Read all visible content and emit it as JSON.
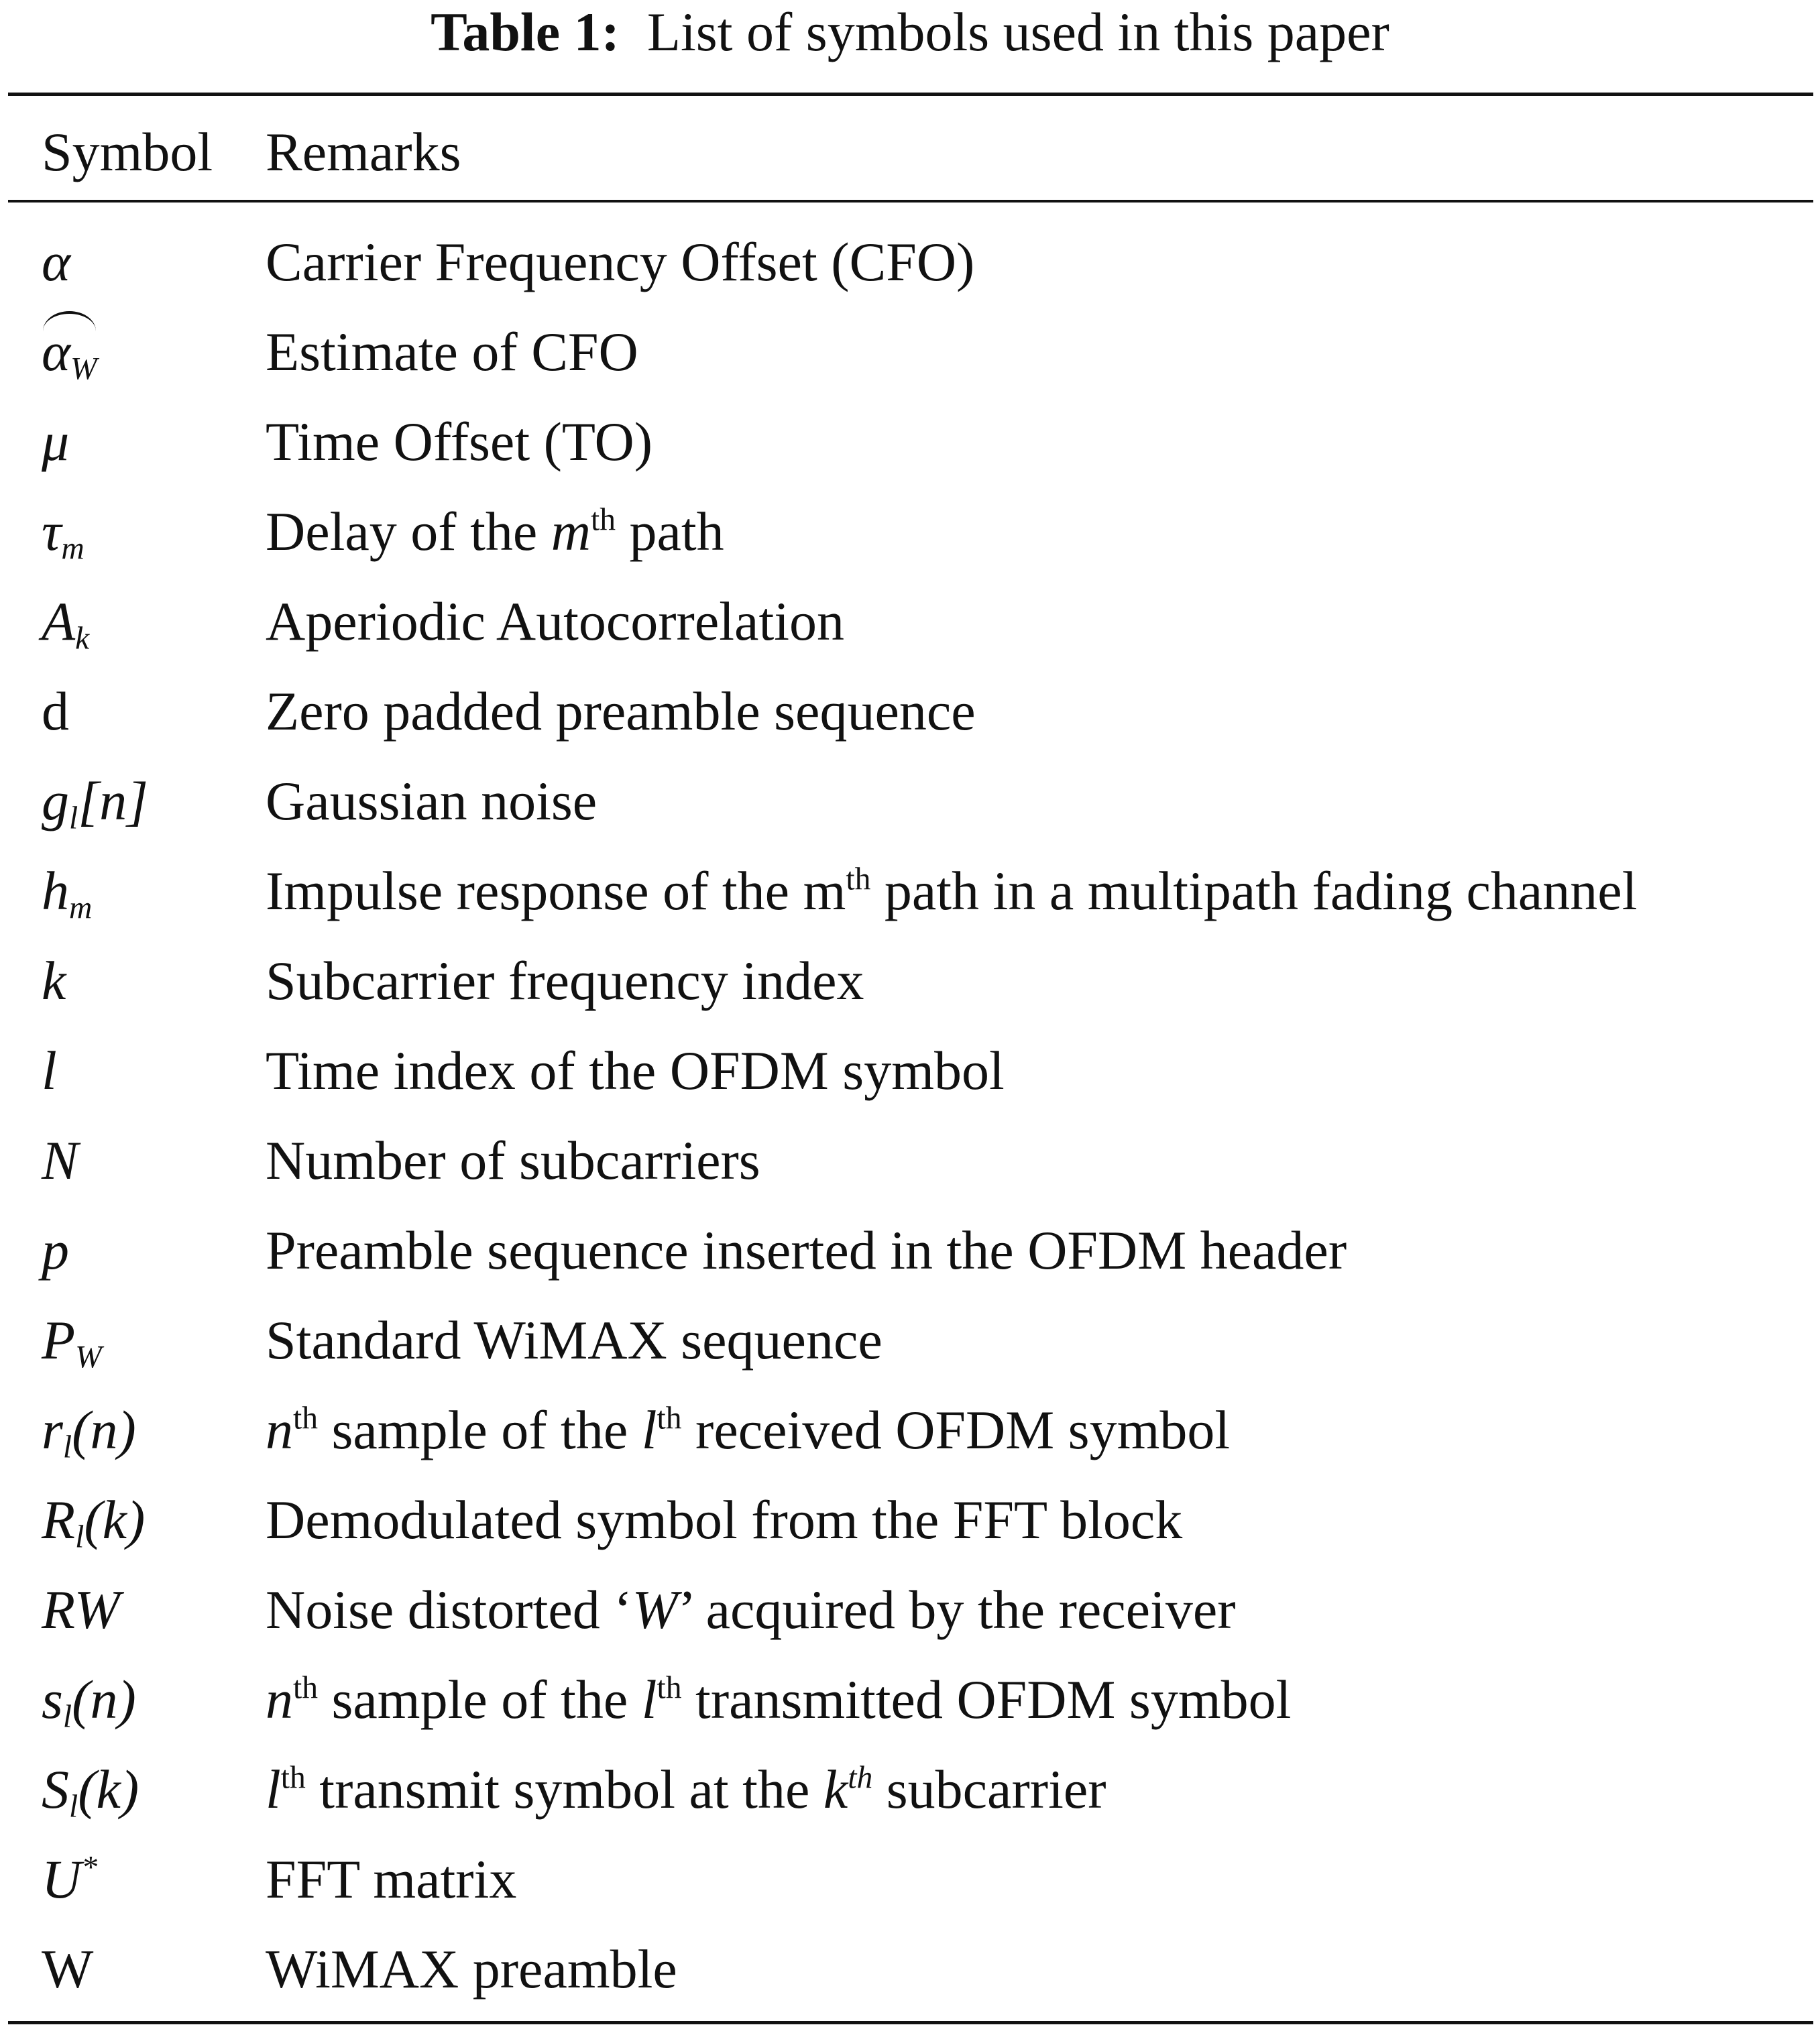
{
  "caption": {
    "label": "Table 1:",
    "text": "List of symbols used in this paper"
  },
  "header": {
    "symbol": "Symbol",
    "remarks": "Remarks"
  },
  "rows": [
    {
      "symbol": "α",
      "remark": "Carrier Frequency Offset (CFO)"
    },
    {
      "symbol": "α̂W",
      "remark": "Estimate of CFO"
    },
    {
      "symbol": "μ",
      "remark": "Time Offset (TO)"
    },
    {
      "symbol": "τm",
      "remark": "Delay of the mth path"
    },
    {
      "symbol": "Ak",
      "remark": "Aperiodic Autocorrelation"
    },
    {
      "symbol": "d",
      "remark": "Zero padded preamble sequence"
    },
    {
      "symbol": "gl[n]",
      "remark": "Gaussian noise"
    },
    {
      "symbol": "hm",
      "remark": "Impulse response of the mth path in a multipath fading channel"
    },
    {
      "symbol": "k",
      "remark": "Subcarrier frequency index"
    },
    {
      "symbol": "l",
      "remark": "Time index of the OFDM symbol"
    },
    {
      "symbol": "N",
      "remark": "Number of subcarriers"
    },
    {
      "symbol": "p",
      "remark": "Preamble sequence inserted in the OFDM header"
    },
    {
      "symbol": "PW",
      "remark": "Standard WiMAX sequence"
    },
    {
      "symbol": "rl(n)",
      "remark": "nth sample of the lth received OFDM symbol"
    },
    {
      "symbol": "Rl(k)",
      "remark": "Demodulated symbol from the FFT block"
    },
    {
      "symbol": "RW",
      "remark": "Noise distorted ‘W’ acquired by the receiver"
    },
    {
      "symbol": "sl(n)",
      "remark": "nth sample of the lth transmitted OFDM symbol"
    },
    {
      "symbol": "Sl(k)",
      "remark": "lth transmit symbol at the kth subcarrier"
    },
    {
      "symbol": "U*",
      "remark": "FFT matrix"
    },
    {
      "symbol": "W",
      "remark": "WiMAX preamble"
    }
  ]
}
